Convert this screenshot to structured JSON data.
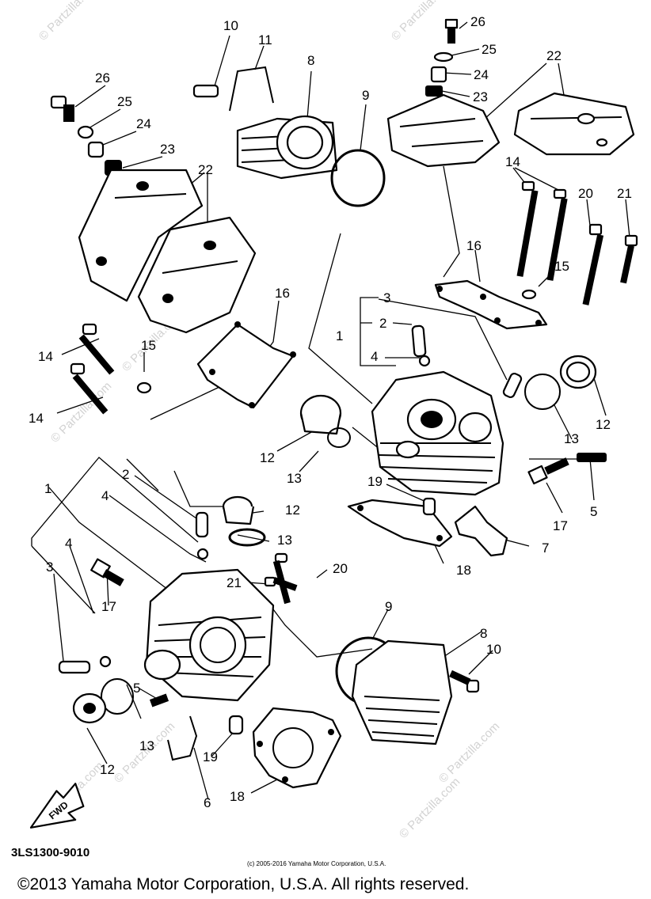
{
  "diagram": {
    "callouts": [
      {
        "id": "c10a",
        "text": "10"
      },
      {
        "id": "c11",
        "text": "11"
      },
      {
        "id": "c8a",
        "text": "8"
      },
      {
        "id": "c9a",
        "text": "9"
      },
      {
        "id": "c26a",
        "text": "26"
      },
      {
        "id": "c25a",
        "text": "25"
      },
      {
        "id": "c24a",
        "text": "24"
      },
      {
        "id": "c23a",
        "text": "23"
      },
      {
        "id": "c22a",
        "text": "22"
      },
      {
        "id": "c26b",
        "text": "26"
      },
      {
        "id": "c25b",
        "text": "25"
      },
      {
        "id": "c24b",
        "text": "24"
      },
      {
        "id": "c23b",
        "text": "23"
      },
      {
        "id": "c22b",
        "text": "22"
      },
      {
        "id": "c14a",
        "text": "14"
      },
      {
        "id": "c20a",
        "text": "20"
      },
      {
        "id": "c21a",
        "text": "21"
      },
      {
        "id": "c16a",
        "text": "16"
      },
      {
        "id": "c15a",
        "text": "15"
      },
      {
        "id": "c3a",
        "text": "3"
      },
      {
        "id": "c2a",
        "text": "2"
      },
      {
        "id": "c1a",
        "text": "1"
      },
      {
        "id": "c4a",
        "text": "4"
      },
      {
        "id": "c16b",
        "text": "16"
      },
      {
        "id": "c14b",
        "text": "14"
      },
      {
        "id": "c15b",
        "text": "15"
      },
      {
        "id": "c14c",
        "text": "14"
      },
      {
        "id": "c12a",
        "text": "12"
      },
      {
        "id": "c13a",
        "text": "13"
      },
      {
        "id": "c12b",
        "text": "12"
      },
      {
        "id": "c13b",
        "text": "13"
      },
      {
        "id": "c5a",
        "text": "5"
      },
      {
        "id": "c17a",
        "text": "17"
      },
      {
        "id": "c19a",
        "text": "19"
      },
      {
        "id": "c7a",
        "text": "7"
      },
      {
        "id": "c18a",
        "text": "18"
      },
      {
        "id": "c2b",
        "text": "2"
      },
      {
        "id": "c1b",
        "text": "1"
      },
      {
        "id": "c4b",
        "text": "4"
      },
      {
        "id": "c12c",
        "text": "12"
      },
      {
        "id": "c13c",
        "text": "13"
      },
      {
        "id": "c4c",
        "text": "4"
      },
      {
        "id": "c3b",
        "text": "3"
      },
      {
        "id": "c21b",
        "text": "21"
      },
      {
        "id": "c20b",
        "text": "20"
      },
      {
        "id": "c17b",
        "text": "17"
      },
      {
        "id": "c9b",
        "text": "9"
      },
      {
        "id": "c8b",
        "text": "8"
      },
      {
        "id": "c10b",
        "text": "10"
      },
      {
        "id": "c5b",
        "text": "5"
      },
      {
        "id": "c13d",
        "text": "13"
      },
      {
        "id": "c12d",
        "text": "12"
      },
      {
        "id": "c19b",
        "text": "19"
      },
      {
        "id": "c6a",
        "text": "6"
      },
      {
        "id": "c18b",
        "text": "18"
      }
    ],
    "direction_badge": "FWD",
    "part_code": "3LS1300-9010",
    "small_copyright": "(c) 2005-2016 Yamaha Motor Corporation, U.S.A.",
    "watermarks": [
      "© Partzilla.com",
      "© Partzilla.com",
      "© Partzilla.com",
      "© Partzilla.com",
      "© Partzilla.com",
      "© Partzilla.com",
      "© Partzilla.com",
      "© Partzilla.com",
      "© Partzilla.com"
    ]
  },
  "footer": {
    "copyright": "©2013 Yamaha Motor Corporation, U.S.A. All rights reserved."
  },
  "colors": {
    "ink": "#000000",
    "background": "#ffffff",
    "watermark": "#d2d2d2"
  }
}
